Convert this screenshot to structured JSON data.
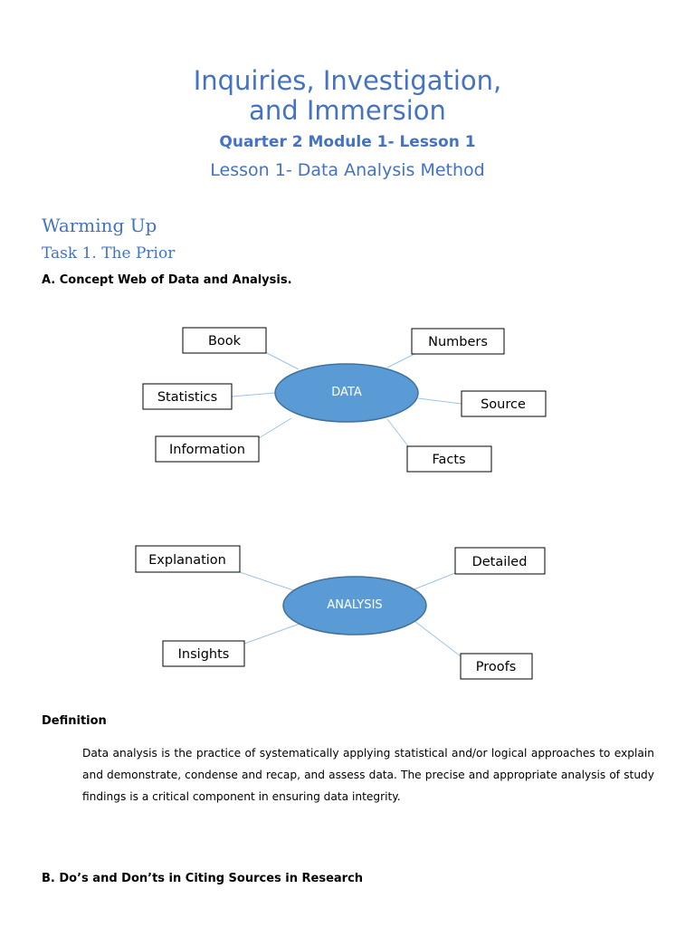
{
  "header": {
    "title_line1": "Inquiries, Investigation,",
    "title_line2": "and Immersion",
    "module": "Quarter 2 Module 1- Lesson 1",
    "lesson": "Lesson 1- Data Analysis Method"
  },
  "section": {
    "warming_up": "Warming Up",
    "task": "Task 1. The Prior",
    "subsection_a": "A. Concept Web of Data and Analysis."
  },
  "web_data": {
    "center": "DATA",
    "nodes": [
      "Book",
      "Numbers",
      "Statistics",
      "Source",
      "Information",
      "Facts"
    ]
  },
  "web_analysis": {
    "center": "ANALYSIS",
    "nodes": [
      "Explanation",
      "Detailed",
      "Insights",
      "Proofs"
    ]
  },
  "definition": {
    "heading": "Definition",
    "term": "Data analysis",
    "text": " is the practice of systematically applying statistical and/or logical approaches to explain and demonstrate, condense and recap, and assess data. The precise and appropriate analysis of study findings is a critical component in ensuring data integrity."
  },
  "subsection_b": "B. Do’s and Don’ts in Citing Sources in Research"
}
